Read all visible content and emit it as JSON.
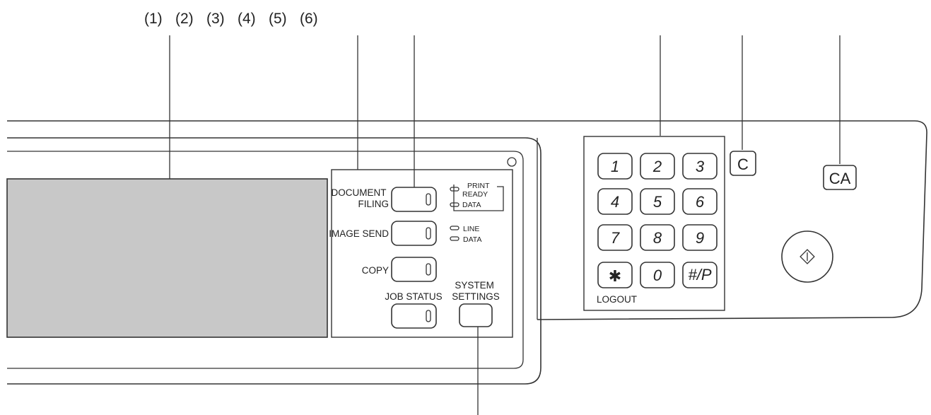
{
  "callouts": [
    "(1)",
    "(2)",
    "(3)",
    "(4)",
    "(5)",
    "(6)"
  ],
  "mode_buttons": {
    "document_filing": "DOCUMENT\nFILING",
    "image_send": "IMAGE SEND",
    "copy": "COPY",
    "job_status": "JOB STATUS",
    "system_settings": "SYSTEM\nSETTINGS"
  },
  "indicators": {
    "print": "PRINT",
    "ready": "READY",
    "print_data": "DATA",
    "line": "LINE",
    "line_data": "DATA"
  },
  "keypad": {
    "keys": [
      "1",
      "2",
      "3",
      "4",
      "5",
      "6",
      "7",
      "8",
      "9",
      "✱",
      "0",
      "#/P"
    ],
    "logout": "LOGOUT"
  },
  "clear_key": "C",
  "clear_all_key": "CA",
  "start_icon": "start-diamond-icon"
}
